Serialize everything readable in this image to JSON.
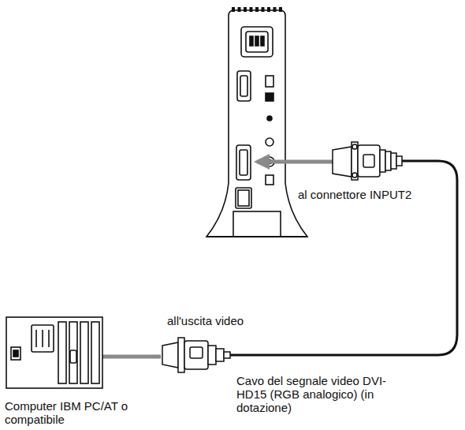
{
  "diagram": {
    "labels": [
      "al connettore INPUT2",
      "all'uscita video",
      "Cavo del segnale video DVI-HD15 (RGB analogico) (in dotazione)",
      "Computer IBM PC/AT o compatibile"
    ]
  }
}
